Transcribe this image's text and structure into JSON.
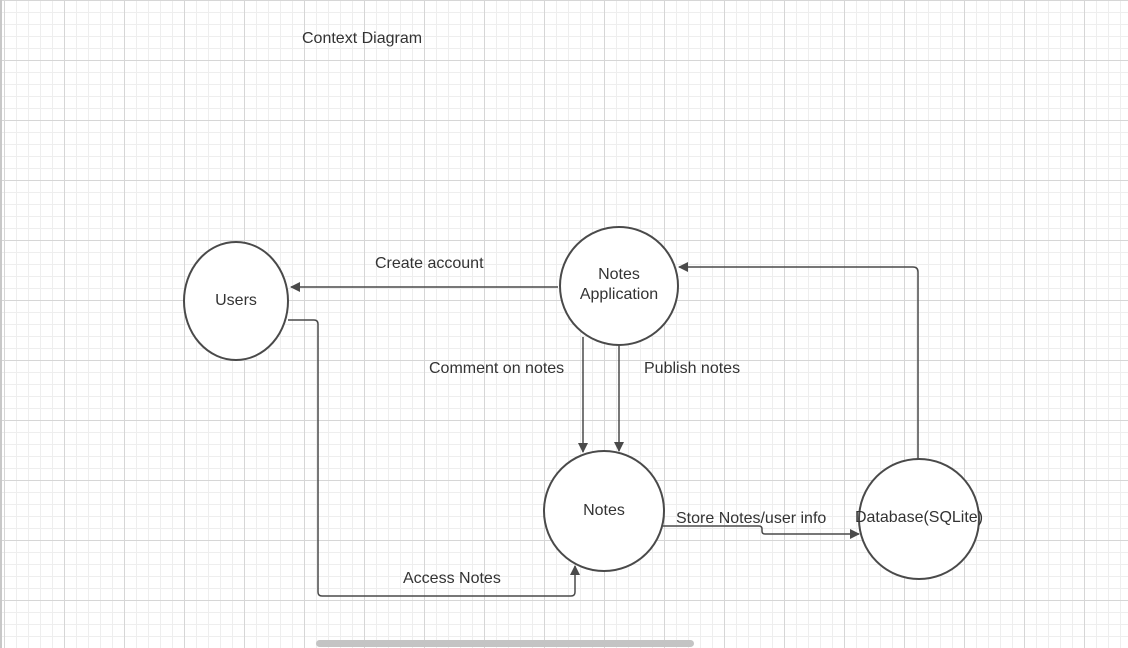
{
  "title": "Context Diagram",
  "nodes": [
    {
      "id": "users",
      "label": [
        "Users"
      ]
    },
    {
      "id": "notes_app",
      "label": [
        "Notes",
        "Application"
      ]
    },
    {
      "id": "notes",
      "label": [
        "Notes"
      ]
    },
    {
      "id": "database",
      "label": [
        "Database(SQLite)"
      ]
    }
  ],
  "edges": [
    {
      "id": "create_account",
      "from": "notes_app",
      "to": "users",
      "label": "Create account"
    },
    {
      "id": "comment_on_notes",
      "from": "notes_app",
      "to": "notes",
      "label": "Comment on notes"
    },
    {
      "id": "publish_notes",
      "from": "notes_app",
      "to": "notes",
      "label": "Publish notes"
    },
    {
      "id": "access_notes",
      "from": "users",
      "to": "notes",
      "label": "Access Notes"
    },
    {
      "id": "store_notes",
      "from": "notes",
      "to": "database",
      "label": "Store Notes/user info"
    },
    {
      "id": "db_to_app",
      "from": "database",
      "to": "notes_app",
      "label": ""
    }
  ],
  "colors": {
    "stroke": "#4a4a4a",
    "text": "#333333",
    "grid_major": "#d6d6d6",
    "grid_minor": "#eeeeee",
    "background": "#ffffff"
  }
}
